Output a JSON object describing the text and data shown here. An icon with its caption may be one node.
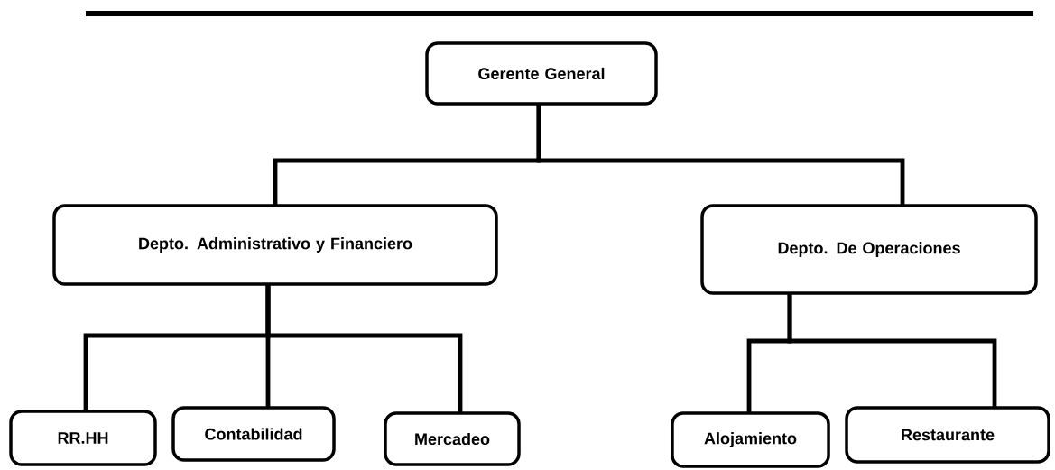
{
  "diagram": {
    "nodes": [
      {
        "text": [
          "Gerente General"
        ]
      },
      {
        "text": [
          "Depto. Administrativo y Financiero"
        ]
      },
      {
        "text": [
          "Depto.  De Operaciones"
        ]
      },
      {
        "text": [
          "RR.HH"
        ]
      },
      {
        "text": [
          "Contabilidad"
        ]
      },
      {
        "text": [
          "Mercadeo"
        ]
      },
      {
        "text": [
          "Alojamiento"
        ]
      },
      {
        "text": [
          "Restaurante"
        ]
      }
    ],
    "edges": [
      {
        "from": 0,
        "to": 1,
        "arrow": "none"
      },
      {
        "from": 0,
        "to": 2,
        "arrow": "none"
      },
      {
        "from": 1,
        "to": 3,
        "arrow": "none"
      },
      {
        "from": 1,
        "to": 4,
        "arrow": "none"
      },
      {
        "from": 1,
        "to": 5,
        "arrow": "none"
      },
      {
        "from": 2,
        "to": 6,
        "arrow": "none"
      },
      {
        "from": 2,
        "to": 7,
        "arrow": "none"
      }
    ]
  }
}
